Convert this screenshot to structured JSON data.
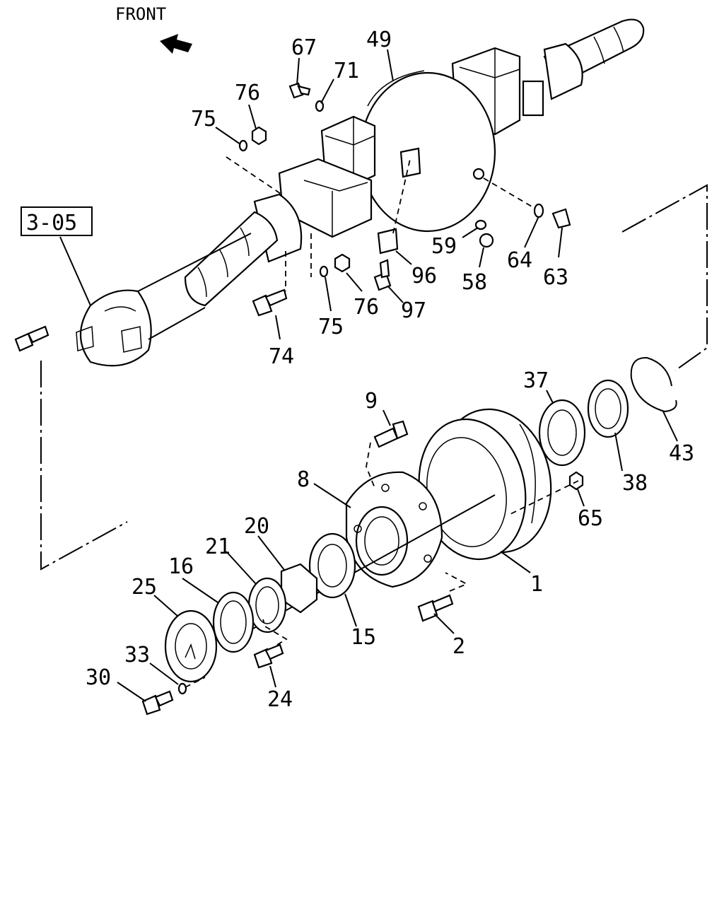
{
  "orientation_label": "FRONT",
  "reference_box": "3-05",
  "callouts": [
    "67",
    "71",
    "49",
    "76",
    "75",
    "74",
    "76",
    "75",
    "97",
    "96",
    "59",
    "58",
    "64",
    "63",
    "9",
    "37",
    "38",
    "43",
    "8",
    "65",
    "20",
    "21",
    "16",
    "25",
    "15",
    "1",
    "2",
    "24",
    "33",
    "30"
  ]
}
